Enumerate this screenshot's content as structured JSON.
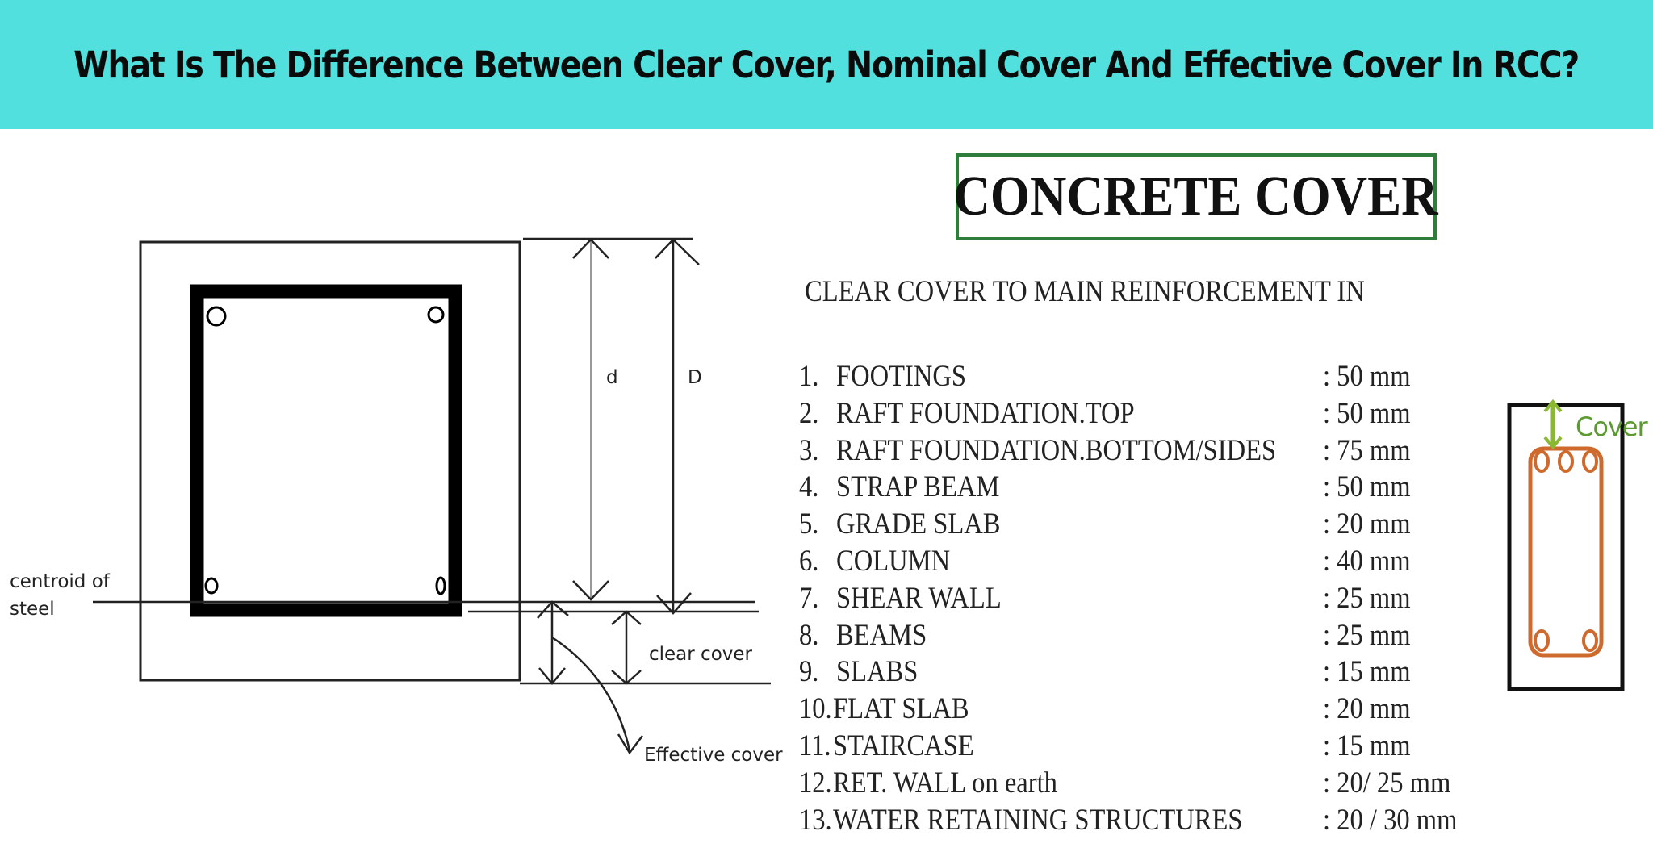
{
  "title": "What Is The Difference Between Clear Cover, Nominal Cover And Effective Cover In RCC?",
  "diagram": {
    "label_d": "d",
    "label_D": "D",
    "centroid_line1": "centroid of",
    "centroid_line2": "steel",
    "clear_cover": "clear cover",
    "effective_cover": "Effective cover"
  },
  "badge": "CONCRETE COVER",
  "subheading": "CLEAR COVER TO MAIN REINFORCEMENT IN",
  "items": [
    {
      "num": "1.",
      "label": "FOOTINGS",
      "value": ": 50 mm"
    },
    {
      "num": "2.",
      "label": "RAFT FOUNDATION.TOP",
      "value": ": 50 mm"
    },
    {
      "num": "3.",
      "label": "RAFT FOUNDATION.BOTTOM/SIDES",
      "value": ": 75 mm"
    },
    {
      "num": "4.",
      "label": "STRAP BEAM",
      "value": ": 50 mm"
    },
    {
      "num": "5.",
      "label": "GRADE SLAB",
      "value": ": 20 mm"
    },
    {
      "num": "6.",
      "label": "COLUMN",
      "value": ": 40 mm"
    },
    {
      "num": "7.",
      "label": "SHEAR WALL",
      "value": ": 25 mm"
    },
    {
      "num": "8.",
      "label": "BEAMS",
      "value": ": 25 mm"
    },
    {
      "num": "9.",
      "label": "SLABS",
      "value": ": 15 mm"
    },
    {
      "num": "10.",
      "label": "FLAT SLAB",
      "value": ": 20 mm"
    },
    {
      "num": "11.",
      "label": "STAIRCASE",
      "value": ": 15 mm"
    },
    {
      "num": "12.",
      "label": "RET. WALL on earth",
      "value": ": 20/ 25 mm"
    },
    {
      "num": "13.",
      "label": "WATER RETAINING STRUCTURES",
      "value": ": 20 / 30 mm"
    }
  ],
  "small_diagram": {
    "label": "Cover"
  },
  "colors": {
    "banner": "#51e0dd",
    "badge_border": "#2f7d3a",
    "rebar": "#cf6a2e",
    "cover_arrow": "#8ab832"
  }
}
